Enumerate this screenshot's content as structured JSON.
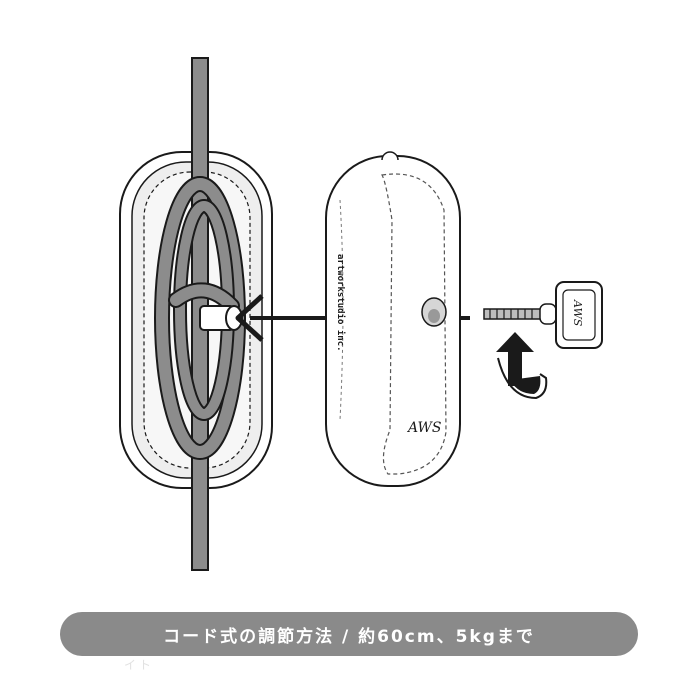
{
  "illustration": {
    "brand_text": "artworkstudio inc.",
    "logo_text": "AWS",
    "key_text": "AWS"
  },
  "caption": {
    "text": "コード式の調節方法 / 約60cm、5kgまで",
    "faint_text": "イト"
  }
}
